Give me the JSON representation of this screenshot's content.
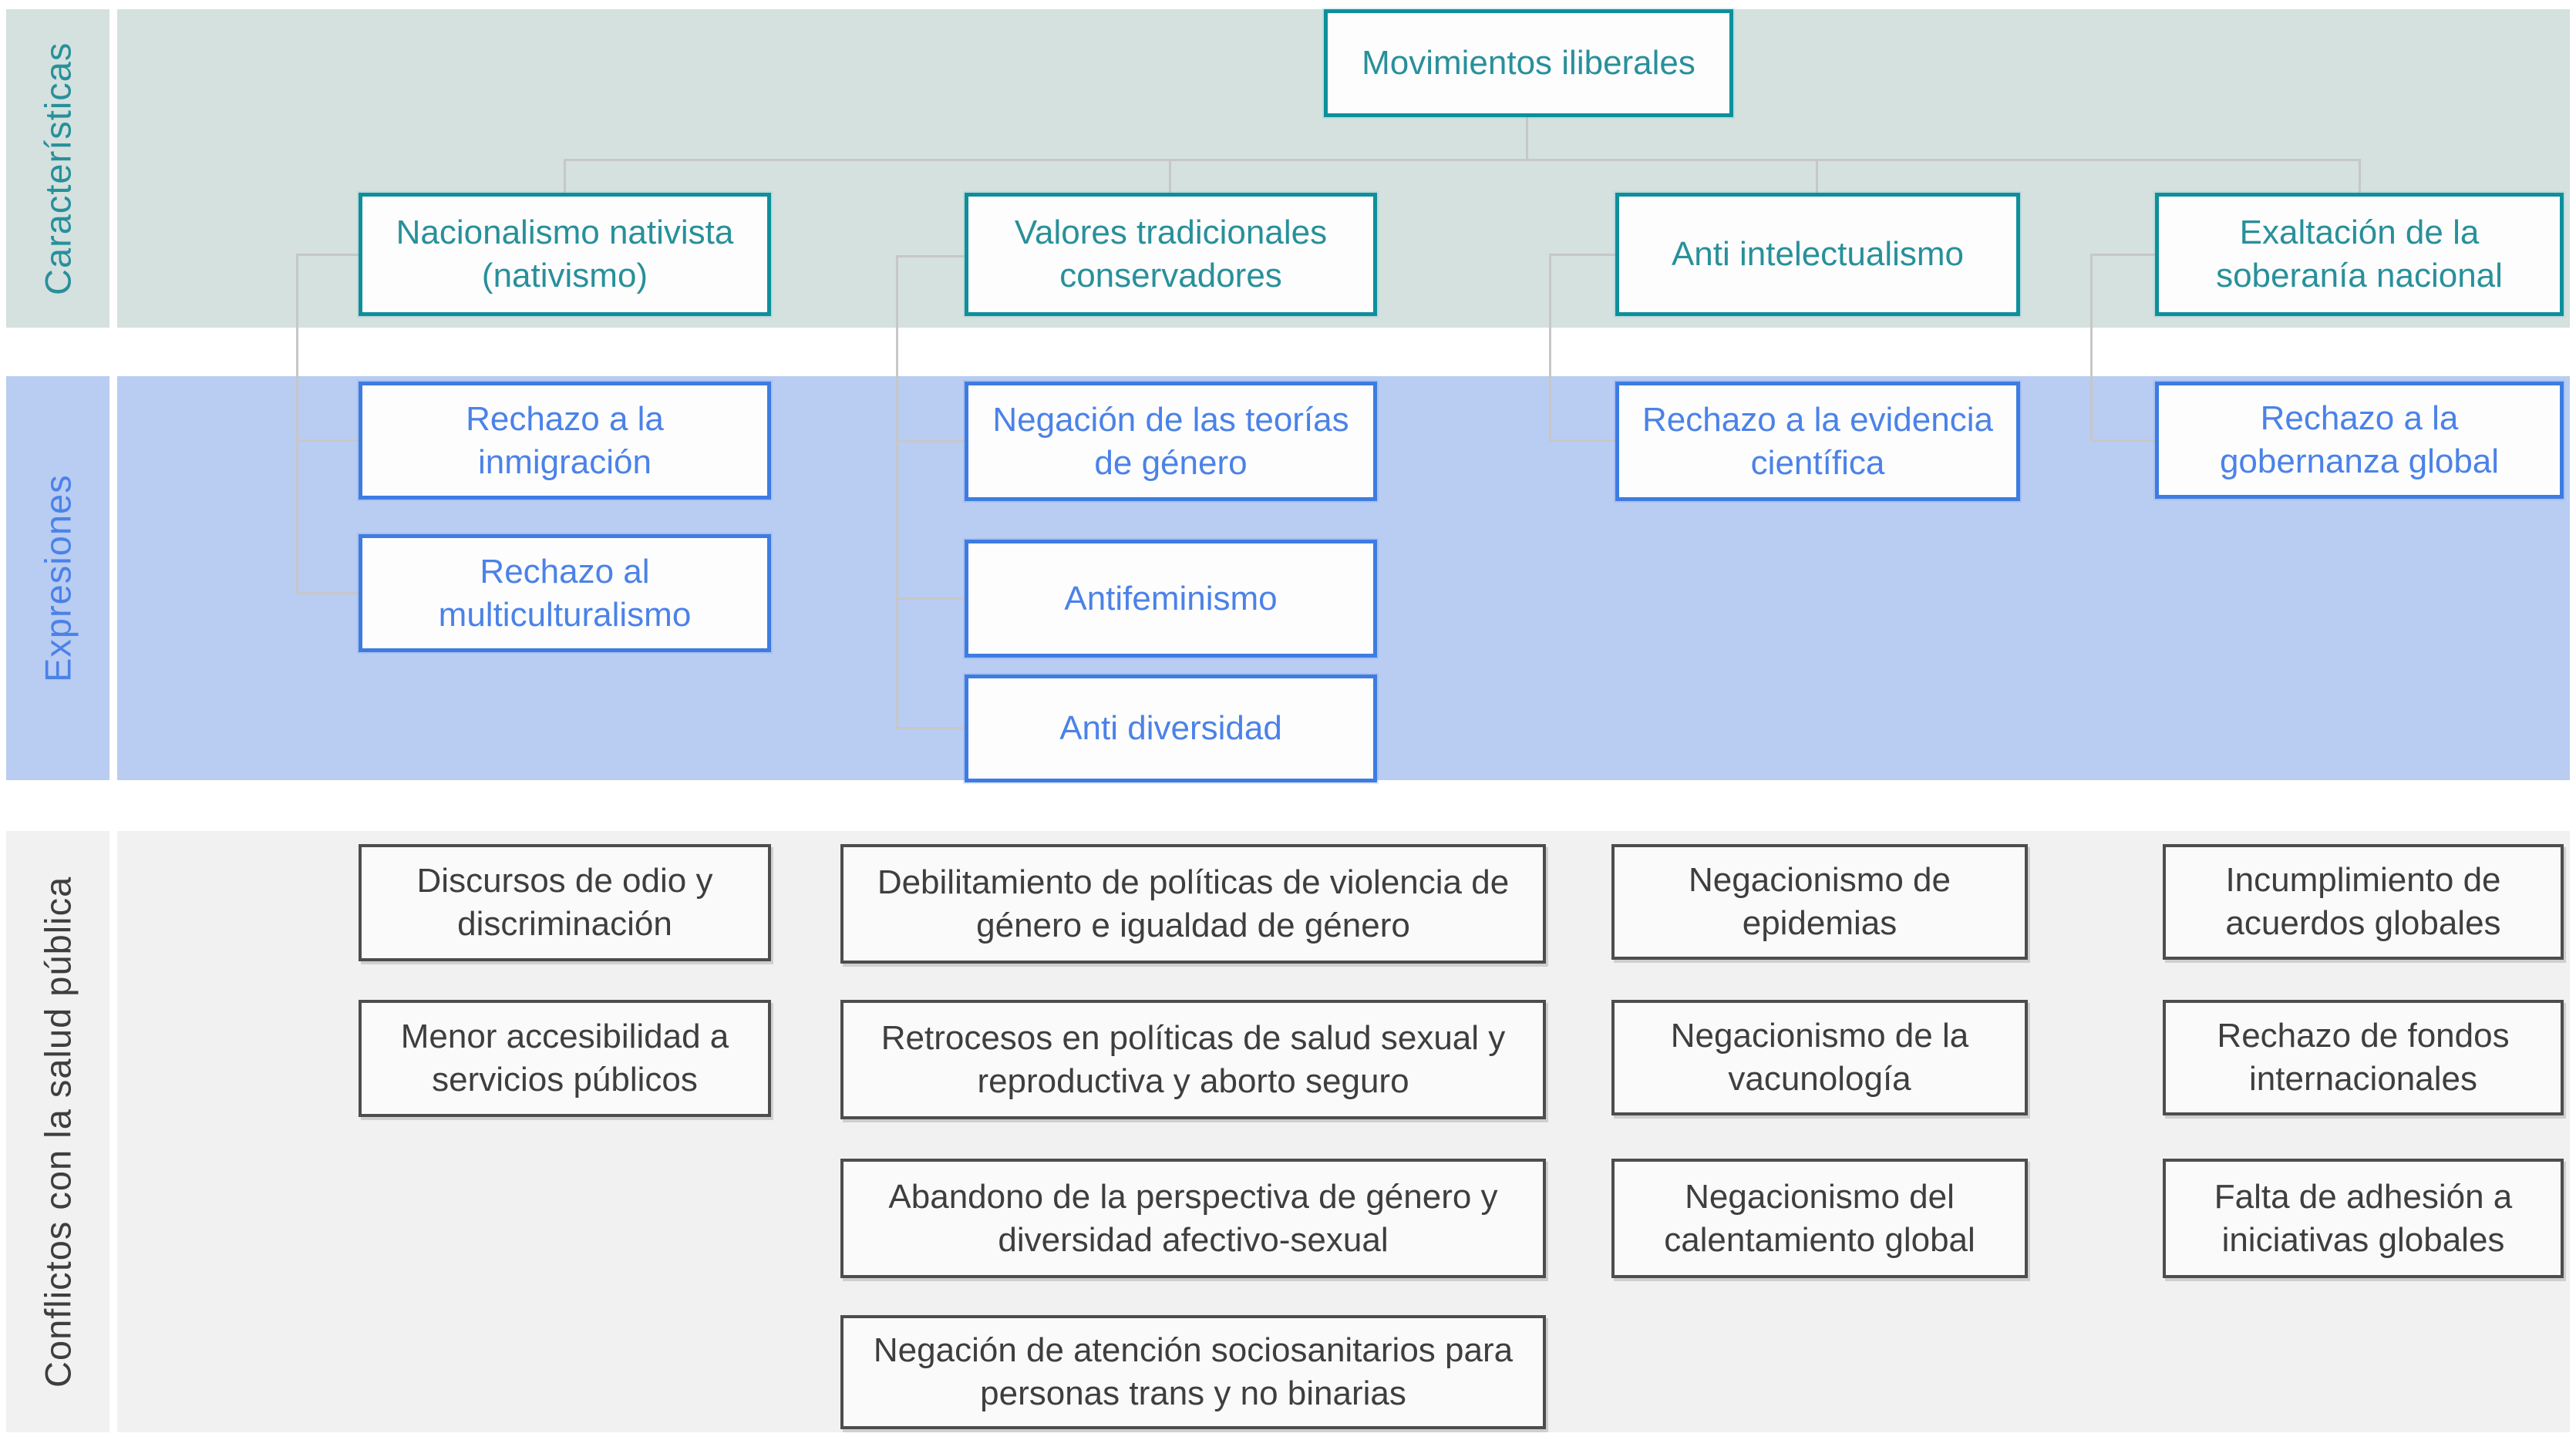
{
  "theme": {
    "teal_band": "#d4e1df",
    "blue_band": "#b9ccf2",
    "gray_band": "#f1f1f1",
    "teal_border": "#0e8f9b",
    "teal_text": "#28909a",
    "blue_border": "#3d7ce2",
    "blue_text": "#4b82e8",
    "dark_border": "#4d4d4d",
    "dark_text": "#3e3e3e",
    "connector": "#c7c7c7",
    "box_bg": "#fdfdfd"
  },
  "sections": {
    "caracteristicas": {
      "label": "Características"
    },
    "expresiones": {
      "label": "Expresiones"
    },
    "conflictos": {
      "label": "Conflictos con la salud pública"
    }
  },
  "tree": {
    "root": {
      "label": "Movimientos iliberales"
    },
    "categories": [
      {
        "label": "Nacionalismo nativista (nativismo)",
        "expressions": [
          "Rechazo a la inmigración",
          "Rechazo al multiculturalismo"
        ],
        "conflicts": [
          "Discursos de odio y discriminación",
          "Menor accesibilidad a servicios públicos"
        ]
      },
      {
        "label": "Valores tradicionales conservadores",
        "expressions": [
          "Negación de las teorías de género",
          "Antifeminismo",
          "Anti diversidad"
        ],
        "conflicts": [
          "Debilitamiento de políticas de violencia de género e igualdad de género",
          "Retrocesos en políticas de salud sexual y reproductiva y aborto seguro",
          "Abandono de la perspectiva de género y diversidad afectivo-sexual",
          "Negación de atención sociosanitarios para personas trans y no binarias"
        ]
      },
      {
        "label": "Anti intelectualismo",
        "expressions": [
          "Rechazo a la evidencia científica"
        ],
        "conflicts": [
          "Negacionismo de epidemias",
          "Negacionismo de la vacunología",
          "Negacionismo del calentamiento global"
        ]
      },
      {
        "label": "Exaltación de la soberanía nacional",
        "expressions": [
          "Rechazo a la gobernanza global"
        ],
        "conflicts": [
          "Incumplimiento de acuerdos globales",
          "Rechazo de fondos internacionales",
          "Falta de adhesión a iniciativas globales"
        ]
      }
    ]
  }
}
